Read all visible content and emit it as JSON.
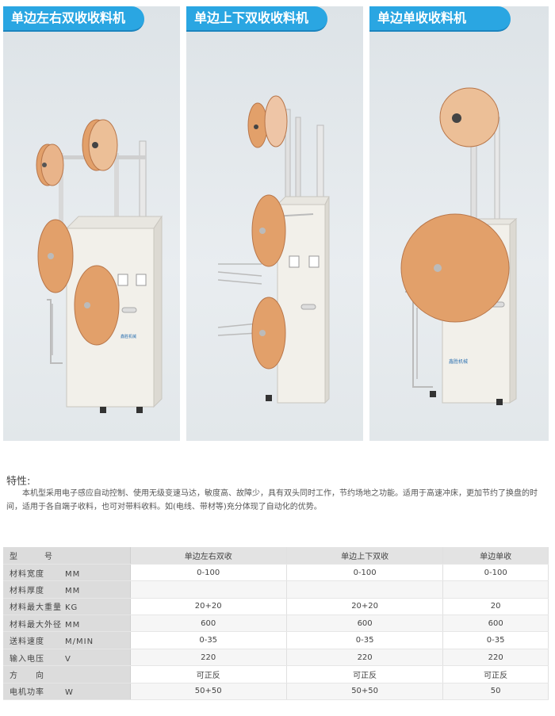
{
  "panels": [
    {
      "title": "单边左右双收收料机"
    },
    {
      "title": "单边上下双收收料机"
    },
    {
      "title": "单边单收收料机"
    }
  ],
  "brand_label": "鑫胜机械",
  "features": {
    "title": "特性:",
    "body": "本机型采用电子感应自动控制、使用无级变速马达，敏度高、故障少，具有双头同时工作，节约场地之功能。适用于高速冲床，更加节约了换盘的时间，适用于各自端子收料，也可对带料收料。如(电线、带材等)充分体现了自动化的优势。"
  },
  "spec_table": {
    "header": {
      "label": "型　　　号",
      "cols": [
        "单边左右双收",
        "单边上下双收",
        "单边单收"
      ]
    },
    "rows": [
      {
        "name": "材料宽度",
        "unit": "MM",
        "values": [
          "0-100",
          "0-100",
          "0-100"
        ]
      },
      {
        "name": "材料厚度",
        "unit": "MM",
        "values": [
          "",
          "",
          ""
        ]
      },
      {
        "name": "材料最大重量",
        "unit": "KG",
        "values": [
          "20+20",
          "20+20",
          "20"
        ]
      },
      {
        "name": "材料最大外径",
        "unit": "MM",
        "values": [
          "600",
          "600",
          "600"
        ]
      },
      {
        "name": "送料速度",
        "unit": "M/MIN",
        "values": [
          "0-35",
          "0-35",
          "0-35"
        ]
      },
      {
        "name": "输入电压",
        "unit": "V",
        "values": [
          "220",
          "220",
          "220"
        ]
      },
      {
        "name": "方　　向",
        "unit": "",
        "values": [
          "可正反",
          "可正反",
          "可正反"
        ]
      },
      {
        "name": "电机功率",
        "unit": "W",
        "values": [
          "50+50",
          "50+50",
          "50"
        ]
      }
    ]
  },
  "colors": {
    "accent": "#2aa6e2",
    "reel": "#e2a06a",
    "machine_body": "#f2f0ea"
  }
}
